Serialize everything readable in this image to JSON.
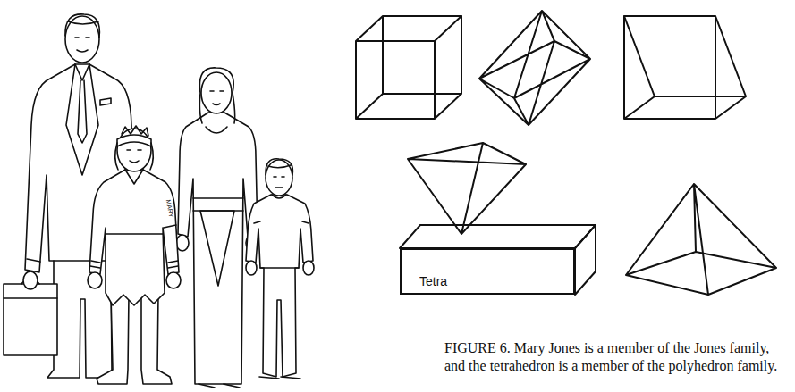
{
  "diagram": {
    "caption": "FIGURE 6. Mary Jones is a member of the Jones family, and the tetrahedron is a member of the polyhedron family.",
    "nodes": [
      {
        "text": [
          "Tetra"
        ]
      }
    ],
    "labels": [
      "MARY"
    ]
  }
}
